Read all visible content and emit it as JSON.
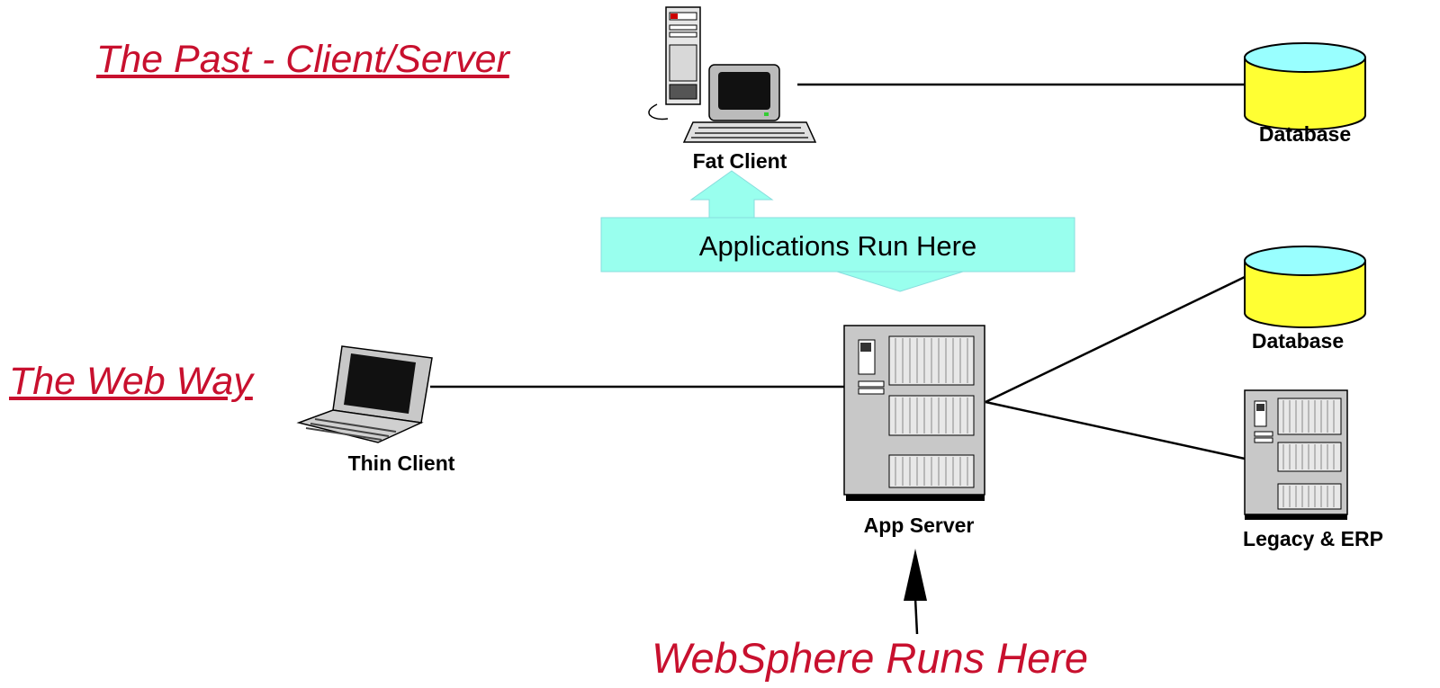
{
  "headings": {
    "past": "The Past - Client/Server",
    "web": "The Web Way",
    "websphere": "WebSphere Runs Here"
  },
  "nodes": {
    "fat_client": "Fat Client",
    "thin_client": "Thin Client",
    "app_server": "App Server",
    "database_top": "Database",
    "database_mid": "Database",
    "legacy": "Legacy & ERP"
  },
  "banner": {
    "text": "Applications Run Here"
  },
  "colors": {
    "heading": "#c8102e",
    "database_body": "#ffff33",
    "database_top": "#99ffff",
    "banner_fill": "#99ffee",
    "server_gray": "#c8c8c8"
  }
}
